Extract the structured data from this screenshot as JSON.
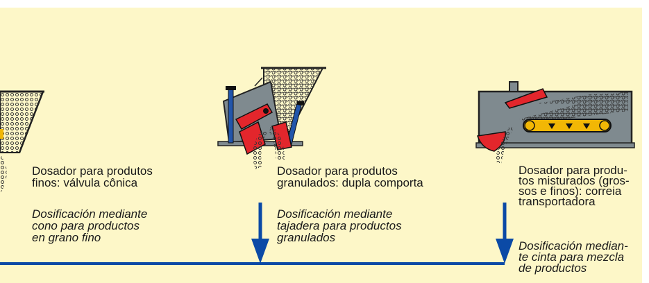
{
  "colors": {
    "background": "#fdf7c8",
    "flow_line": "#0b4aa6",
    "machine_gray": "#7f8a8f",
    "gate_red": "#e3262c",
    "belt_yellow": "#f2b705"
  },
  "doser_1": {
    "pt": "Dosador para produtos\nfinos: válvula cônica",
    "es": "Dosificación mediante\ncono para productos\nen grano fino"
  },
  "doser_2": {
    "pt": "Dosador para produtos\ngranulados: dupla comporta",
    "es": "Dosificación mediante\ntajadera para productos\ngranulados"
  },
  "doser_3": {
    "pt": "Dosador para produ-\ntos misturados (gros-\nsos e finos): correia\ntransportadora",
    "es": "Dosificación median-\nte cinta para mezcla\nde productos"
  }
}
